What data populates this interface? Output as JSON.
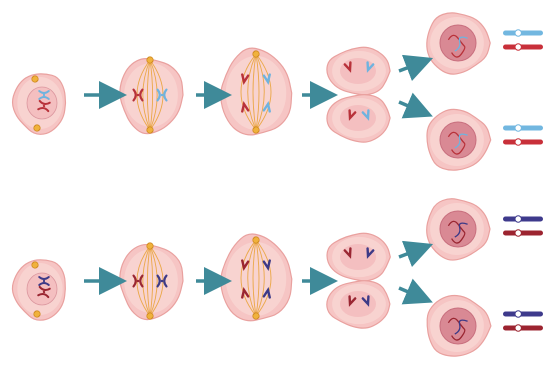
{
  "colors": {
    "background": "#ffffff",
    "cell_fill": "#f6c5c4",
    "cell_outline": "#e9a19f",
    "cytoplasm_inner": "#f9d8d6",
    "nucleus_fill": "#d98994",
    "nucleus_outline": "#c86f7e",
    "spindle": "#e9a33a",
    "centrosome": "#f0b23c",
    "arrow": "#3f8a99",
    "row1_chrom_a": "#b8323a",
    "row1_chrom_b": "#6fb3df",
    "row1_bar_a": "#c8303a",
    "row1_bar_b": "#72b7e0",
    "row2_chrom_a": "#9a2632",
    "row2_chrom_b": "#3d3a87",
    "row2_bar_a": "#9c2430",
    "row2_bar_b": "#3e3a8c"
  },
  "rows": [
    {
      "name": "row-1",
      "stages": [
        "early-cell",
        "metaphase-cell",
        "anaphase-cell",
        "telophase-cell"
      ],
      "daughters": [
        "daughter-cell-top",
        "daughter-cell-bottom"
      ],
      "chromosome_palette": [
        "row1_chrom_a",
        "row1_chrom_b"
      ],
      "bar_palette": [
        "row1_bar_a",
        "row1_bar_b"
      ]
    },
    {
      "name": "row-2",
      "stages": [
        "early-cell",
        "metaphase-cell",
        "anaphase-cell",
        "telophase-cell"
      ],
      "daughters": [
        "daughter-cell-top",
        "daughter-cell-bottom"
      ],
      "chromosome_palette": [
        "row2_chrom_a",
        "row2_chrom_b"
      ],
      "bar_palette": [
        "row2_bar_a",
        "row2_bar_b"
      ]
    }
  ]
}
